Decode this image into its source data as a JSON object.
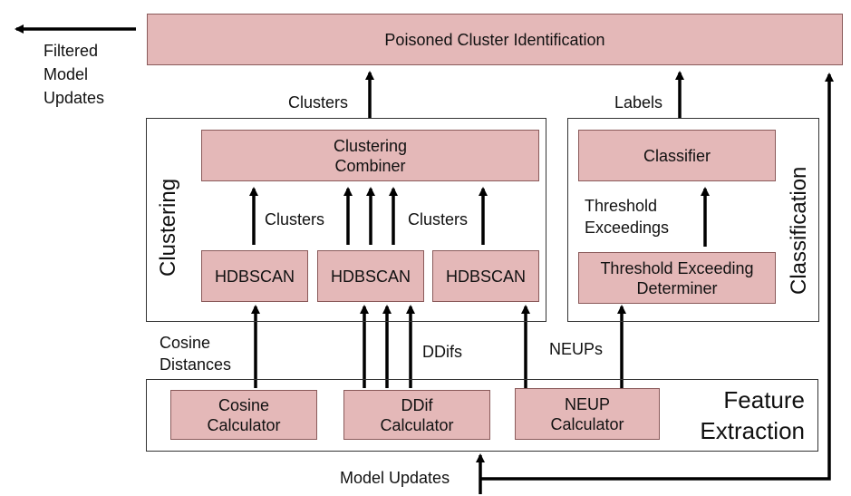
{
  "top": {
    "poisoned_cluster_identification": "Poisoned Cluster Identification",
    "filtered_output": "Filtered\nModel\nUpdates"
  },
  "clustering": {
    "section_label": "Clustering",
    "combiner": "Clustering\nCombiner",
    "hdbscan": [
      "HDBSCAN",
      "HDBSCAN",
      "HDBSCAN"
    ],
    "clusters_out_label": "Clusters",
    "clusters_left_label": "Clusters",
    "clusters_right_label": "Clusters"
  },
  "classification": {
    "section_label": "Classification",
    "classifier": "Classifier",
    "threshold_determiner": "Threshold Exceeding\nDeterminer",
    "threshold_label": "Threshold\nExceedings",
    "labels_label": "Labels"
  },
  "feature_extraction": {
    "section_label": "Feature\nExtraction",
    "cosine_calculator": "Cosine\nCalculator",
    "ddif_calculator": "DDif\nCalculator",
    "neup_calculator": "NEUP\nCalculator"
  },
  "edge_labels": {
    "cosine_distances": "Cosine\nDistances",
    "ddifs": "DDifs",
    "neups": "NEUPs",
    "model_updates": "Model Updates"
  }
}
